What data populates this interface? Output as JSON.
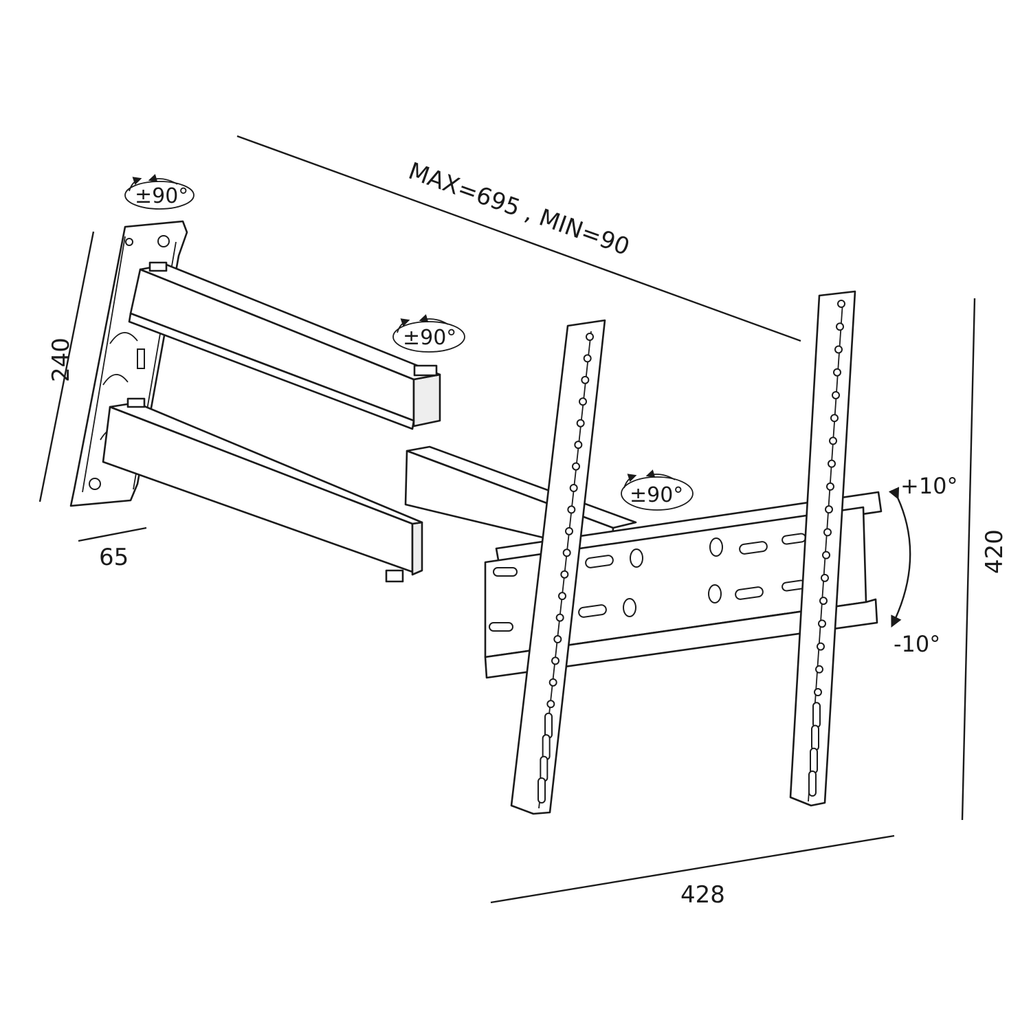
{
  "dimensions": {
    "wall_plate_height": "240",
    "wall_plate_depth": "65",
    "arm_extension": "MAX=695 , MIN=90",
    "vesa_width": "428",
    "vesa_height": "420"
  },
  "rotations": {
    "wall_swivel": "±90°",
    "arm_swivel": "±90°",
    "head_swivel": "±90°"
  },
  "tilt": {
    "up": "+10°",
    "down": "-10°"
  }
}
